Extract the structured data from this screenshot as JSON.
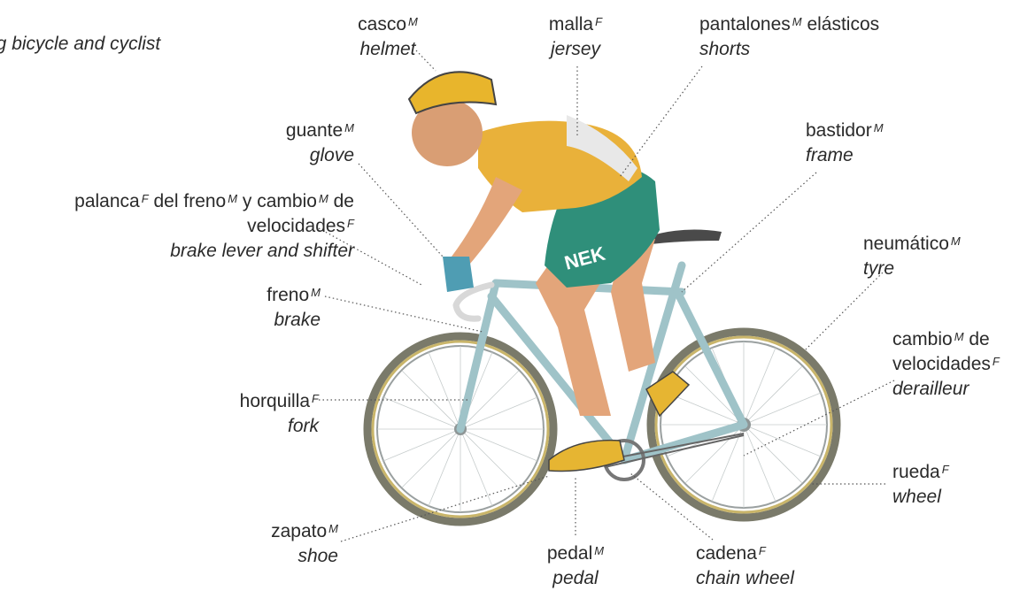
{
  "title": "ng bicycle and cyclist",
  "labels": {
    "helmet": {
      "es": "casco",
      "g": "M",
      "en": "helmet"
    },
    "jersey": {
      "es": "malla",
      "g": "F",
      "en": "jersey"
    },
    "shorts": {
      "es": "pantalones",
      "g": "M",
      "es2": " elásticos",
      "en": "shorts"
    },
    "glove": {
      "es": "guante",
      "g": "M",
      "en": "glove"
    },
    "frame": {
      "es": "bastidor",
      "g": "M",
      "en": "frame"
    },
    "lever": {
      "es_a": "palanca",
      "g_a": "F",
      "es_b": " del freno",
      "g_b": "M",
      "es_c": " y cambio",
      "g_c": "M",
      "es_d": " de",
      "es_e": "velocidades",
      "g_e": "F",
      "en": "brake lever and shifter"
    },
    "tyre": {
      "es": "neumático",
      "g": "M",
      "en": "tyre"
    },
    "brake": {
      "es": "freno",
      "g": "M",
      "en": "brake"
    },
    "derailleur": {
      "es": "cambio",
      "g": "M",
      "es2": " de",
      "es3": "velocidades",
      "g3": "F",
      "en": "derailleur"
    },
    "fork": {
      "es": "horquilla",
      "g": "F",
      "en": "fork"
    },
    "wheel": {
      "es": "rueda",
      "g": "F",
      "en": "wheel"
    },
    "shoe": {
      "es": "zapato",
      "g": "M",
      "en": "shoe"
    },
    "pedal": {
      "es": "pedal",
      "g": "M",
      "en": "pedal"
    },
    "chain": {
      "es": "cadena",
      "g": "F",
      "en": "chain wheel"
    }
  },
  "illustration": {
    "jersey_text": "NEK"
  },
  "colors": {
    "jersey": "#e9b13a",
    "shorts": "#2f8f7a",
    "frame": "#9fc3c8",
    "tyre": "#c9b56a",
    "helmet": "#e8b52c"
  }
}
